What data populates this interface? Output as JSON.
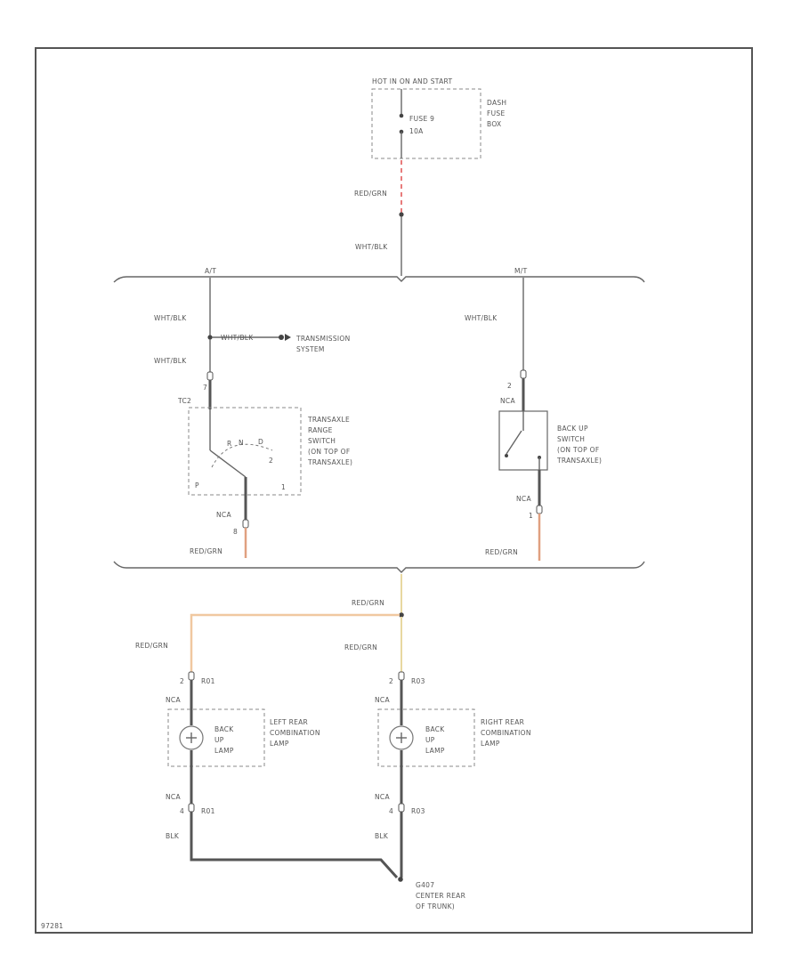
{
  "labels": {
    "power_source": "HOT IN ON AND START",
    "fuse": "FUSE 9",
    "fuse_rating": "10A",
    "fuse_box_1": "DASH",
    "fuse_box_2": "FUSE",
    "fuse_box_3": "BOX",
    "wire_red_grn_top": "RED/GRN",
    "wire_wht_blk_top": "WHT/BLK",
    "at": "A/T",
    "mt": "M/T",
    "wire_wht_blk_at_1": "WHT/BLK",
    "wire_wht_blk_at_jumper": "WHT/BLK",
    "transmission_1": "TRANSMISSION",
    "transmission_2": "SYSTEM",
    "wire_wht_blk_at_2": "WHT/BLK",
    "at_pin_top": "7",
    "at_conn_top": "TC2",
    "range_1": "TRANSAXLE",
    "range_2": "RANGE",
    "range_3": "SWITCH",
    "range_4": "(ON TOP OF",
    "range_5": "TRANSAXLE)",
    "range_pos_r": "R",
    "range_pos_2": "2",
    "range_pos_p": "P",
    "range_pos_n": "N",
    "range_pos_d": "D",
    "range_pos_1": "1",
    "at_conn_bot": "NCA",
    "at_pin_bot": "8",
    "wire_red_grn_at": "RED/GRN",
    "wire_wht_blk_mt": "WHT/BLK",
    "mt_pin_top": "2",
    "mt_conn_top": "NCA",
    "backup_sw_1": "BACK UP",
    "backup_sw_2": "SWITCH",
    "backup_sw_3": "(ON TOP OF",
    "backup_sw_4": "TRANSAXLE)",
    "mt_conn_bot": "NCA",
    "mt_pin_bot": "1",
    "wire_red_grn_mt": "RED/GRN",
    "wire_red_grn_junction": "RED/GRN",
    "wire_red_grn_left": "RED/GRN",
    "wire_red_grn_right": "RED/GRN",
    "l_pin_top": "2",
    "l_conn_top": "NCA",
    "l_rear_top": "R01",
    "l_lamp_1": "BACK",
    "l_lamp_2": "UP",
    "l_lamp_3": "LAMP",
    "l_assy_1": "LEFT  REAR",
    "l_assy_2": "COMBINATION",
    "l_assy_3": "LAMP",
    "l_conn_bot": "NCA",
    "l_pin_bot": "4",
    "l_rear_bot": "R01",
    "l_wire_blk": "BLK",
    "r_pin_top": "2",
    "r_conn_top": "NCA",
    "r_rear_top": "R03",
    "r_lamp_1": "BACK",
    "r_lamp_2": "UP",
    "r_lamp_3": "LAMP",
    "r_assy_1": "RIGHT  REAR",
    "r_assy_2": "COMBINATION",
    "r_assy_3": "LAMP",
    "r_conn_bot": "NCA",
    "r_pin_bot": "4",
    "r_rear_bot": "R03",
    "r_wire_blk": "BLK",
    "ground_1": "G407",
    "ground_2": "CENTER REAR",
    "ground_3": "OF TRUNK)",
    "diagram_id": "97281"
  },
  "colors": {
    "red_grn": "#e0a080",
    "red_grn_light": "#f0c8a0",
    "red_dash": "#e05050",
    "wire": "#666666"
  }
}
